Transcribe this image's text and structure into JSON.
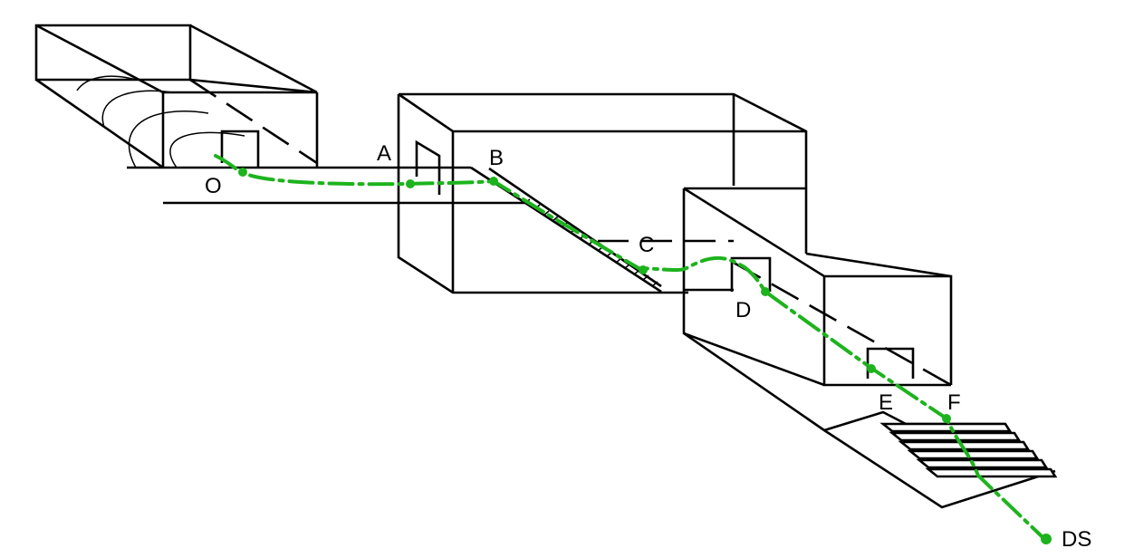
{
  "labels": {
    "O": "O",
    "A": "A",
    "B": "B",
    "C": "C",
    "D": "D",
    "E": "E",
    "F": "F",
    "DS": "DS"
  },
  "colors": {
    "flow_path": "#1db31d",
    "structure": "#000000",
    "background": "#ffffff"
  }
}
